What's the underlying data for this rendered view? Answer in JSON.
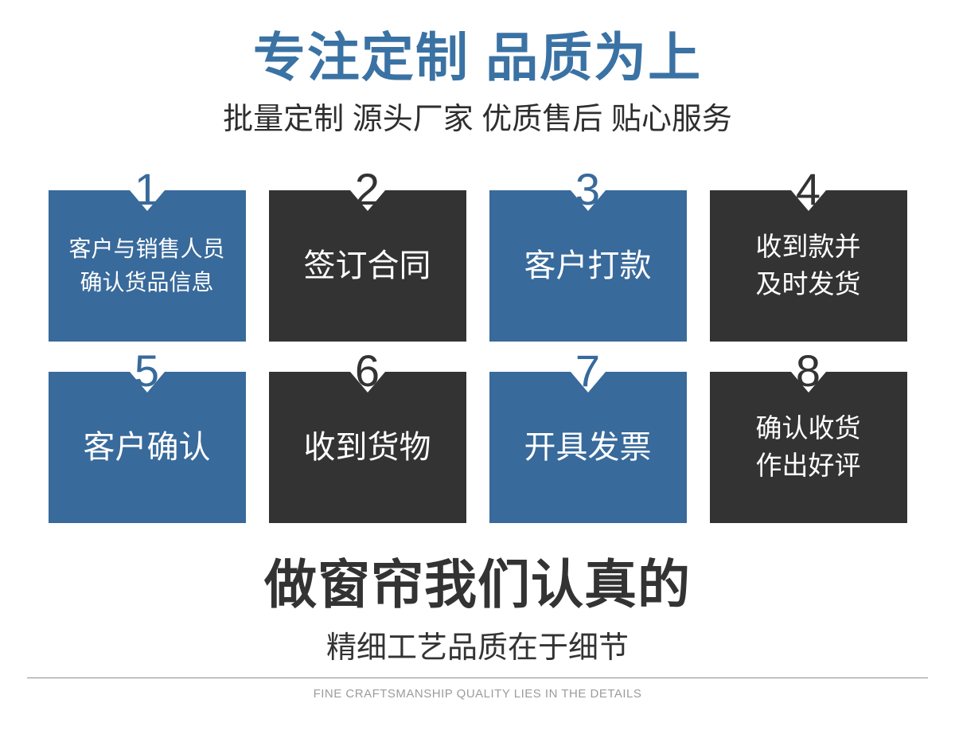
{
  "header": {
    "title": "专注定制 品质为上",
    "subtitle": "批量定制 源头厂家 优质售后 贴心服务"
  },
  "steps": [
    {
      "number": "1",
      "lines": [
        "客户与销售人员",
        "确认货品信息"
      ],
      "style": "blue"
    },
    {
      "number": "2",
      "lines": [
        "签订合同"
      ],
      "style": "dark"
    },
    {
      "number": "3",
      "lines": [
        "客户打款"
      ],
      "style": "blue"
    },
    {
      "number": "4",
      "lines": [
        "收到款并",
        "及时发货"
      ],
      "style": "dark"
    },
    {
      "number": "5",
      "lines": [
        "客户确认"
      ],
      "style": "blue"
    },
    {
      "number": "6",
      "lines": [
        "收到货物"
      ],
      "style": "dark"
    },
    {
      "number": "7",
      "lines": [
        "开具发票"
      ],
      "style": "blue"
    },
    {
      "number": "8",
      "lines": [
        "确认收货",
        "作出好评"
      ],
      "style": "dark"
    }
  ],
  "footer": {
    "headline": "做窗帘我们认真的",
    "subheadline": "精细工艺品质在于细节",
    "caption": "FINE CRAFTSMANSHIP QUALITY LIES IN THE DETAILS"
  },
  "colors": {
    "title_blue": "#3A72A4",
    "step_blue": "#386A9B",
    "step_dark": "#333333",
    "step_text": "#FFFFFF",
    "heading_dark": "#333333",
    "divider_gray": "#909090",
    "caption_gray": "#9C9C9C"
  }
}
